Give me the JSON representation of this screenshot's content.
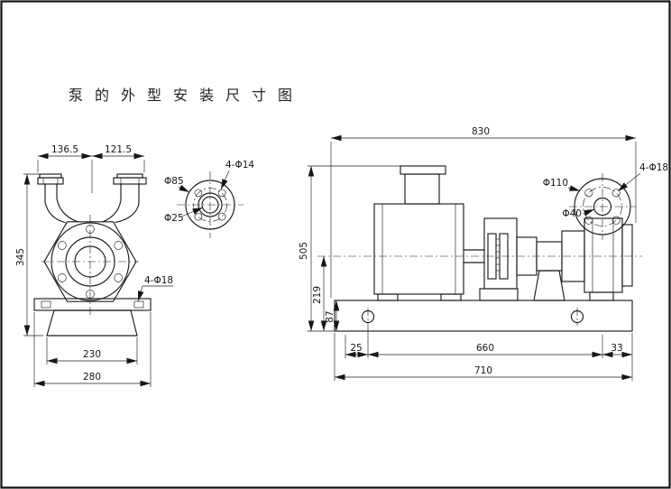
{
  "title": "泵的外型安装尺寸图",
  "front_view": {
    "dim_port_left": "136.5",
    "dim_port_right": "121.5",
    "dim_height": "345",
    "note_base_holes": "4-Φ18",
    "dim_bolt_span": "230",
    "dim_base_width": "280"
  },
  "flange_detail": {
    "dim_outer": "Φ85",
    "dim_bore": "Φ25",
    "note_holes": "4-Φ14"
  },
  "side_view": {
    "dim_length_overall": "830",
    "dim_height_overall": "505",
    "dim_height_axis": "219",
    "dim_height_base": "87",
    "dim_offset_left": "25",
    "dim_hole_span": "660",
    "dim_offset_right": "33",
    "dim_base_length": "710",
    "dim_flange_outer": "Φ110",
    "dim_flange_bore": "Φ40",
    "note_flange_holes": "4-Φ18"
  },
  "colors": {
    "line": "#1c1c1c",
    "paper": "#ffffff"
  }
}
